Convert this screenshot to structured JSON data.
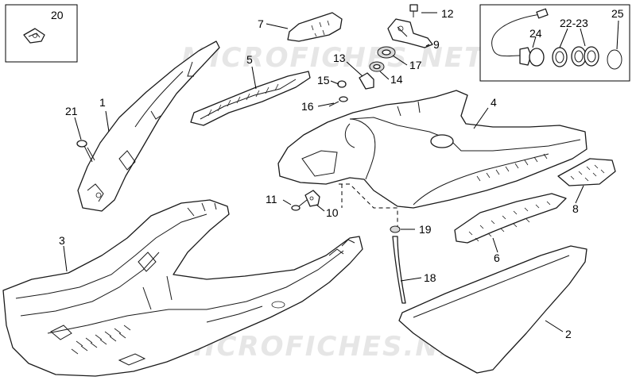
{
  "watermark": "MICROFICHES.NET",
  "callouts": {
    "c1": "1",
    "c2": "2",
    "c3": "3",
    "c4": "4",
    "c5": "5",
    "c6": "6",
    "c7": "7",
    "c8": "8",
    "c9": "9",
    "c10": "10",
    "c11": "11",
    "c12": "12",
    "c13": "13",
    "c14": "14",
    "c15": "15",
    "c16": "16",
    "c17": "17",
    "c18": "18",
    "c19": "19",
    "c20": "20",
    "c21": "21",
    "c2223": "22-23",
    "c24": "24",
    "c25": "25"
  }
}
